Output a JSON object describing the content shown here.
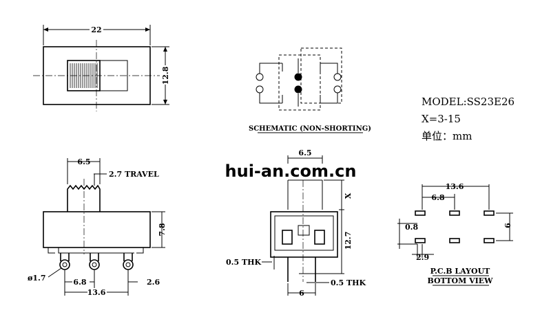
{
  "top_view": {
    "width_dim": "22",
    "height_dim": "12.8"
  },
  "schematic": {
    "title": "SCHEMATIC (NON-SHORTING)"
  },
  "specs": {
    "model": "MODEL:SS23E26",
    "x_range": "X=3-15",
    "unit": "单位：mm"
  },
  "side_view": {
    "actuator_width": "6.5",
    "travel": "2.7 TRAVEL",
    "height": "7.8",
    "pin_dia": "ø1.7",
    "pitch": "6.8",
    "edge": "2.6",
    "span": "13.6"
  },
  "watermark": "hui-an.com.cn",
  "end_view": {
    "actuator_width": "6.5",
    "x_dim": "X",
    "height": "12.7",
    "thk_left": "0.5 THK",
    "thk_right": "0.5 THK",
    "pin_spacing": "6"
  },
  "pcb": {
    "span": "13.6",
    "pitch": "6.8",
    "row_spacing": "6",
    "pad_width": "0.8",
    "offset": "2.9",
    "title": "P.C.B LAYOUT",
    "subtitle": "BOTTOM VIEW"
  }
}
